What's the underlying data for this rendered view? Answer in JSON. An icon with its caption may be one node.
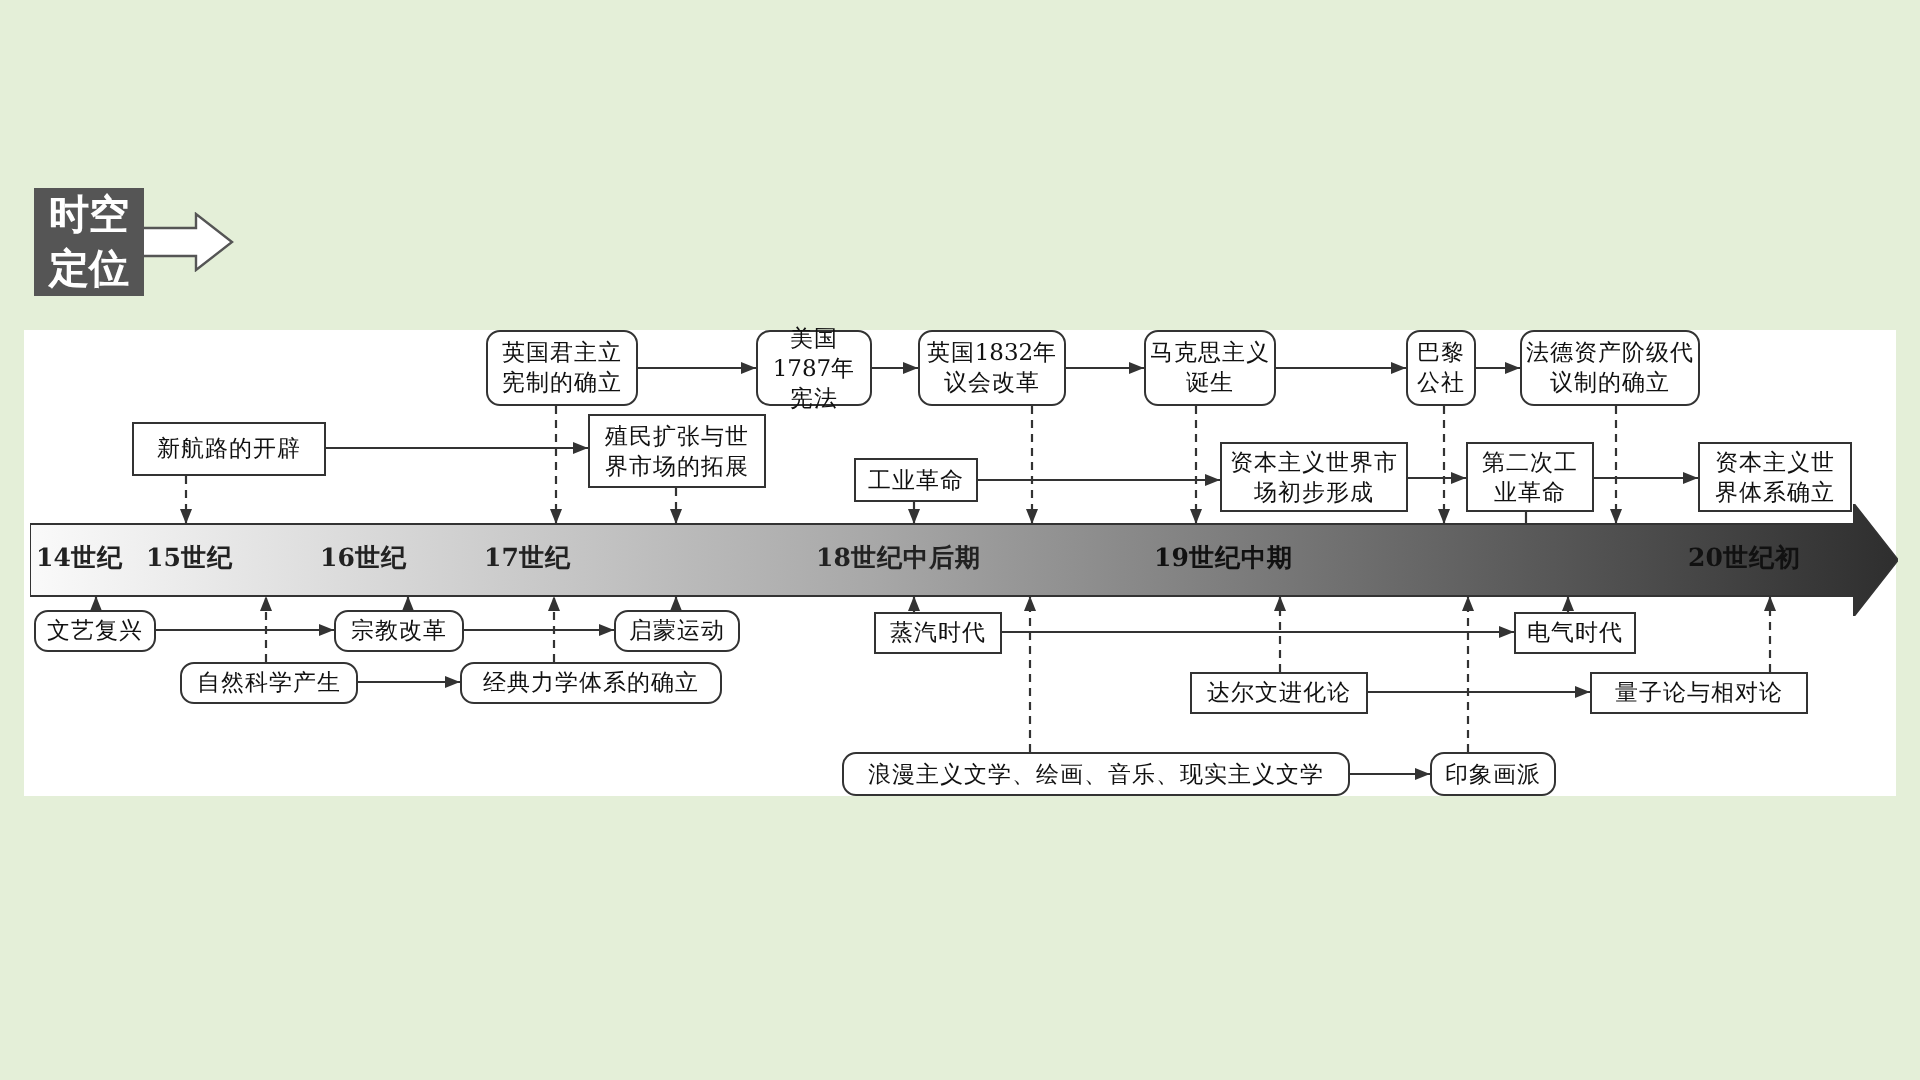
{
  "diagram": {
    "title": "时空定位",
    "nodes": [
      {
        "text": [
          "英国君主立宪制的确立"
        ]
      },
      {
        "text": [
          "美国1787年宪法"
        ]
      },
      {
        "text": [
          "英国1832年议会改革"
        ]
      },
      {
        "text": [
          "马克思主义诞生"
        ]
      },
      {
        "text": [
          "巴黎公社"
        ]
      },
      {
        "text": [
          "法德资产阶级代议制的确立"
        ]
      },
      {
        "text": [
          "新航路的开辟"
        ]
      },
      {
        "text": [
          "殖民扩张与世界市场的拓展"
        ]
      },
      {
        "text": [
          "工业革命"
        ]
      },
      {
        "text": [
          "资本主义世界市场初步形成"
        ]
      },
      {
        "text": [
          "第二次工业革命"
        ]
      },
      {
        "text": [
          "资本主义世界体系确立"
        ]
      },
      {
        "text": [
          "14世纪",
          "15世纪",
          "16世纪",
          "17世纪",
          "18世纪中后期",
          "19世纪中期",
          "20世纪初"
        ]
      },
      {
        "text": [
          "文艺复兴"
        ]
      },
      {
        "text": [
          "宗教改革"
        ]
      },
      {
        "text": [
          "启蒙运动"
        ]
      },
      {
        "text": [
          "蒸汽时代"
        ]
      },
      {
        "text": [
          "电气时代"
        ]
      },
      {
        "text": [
          "自然科学产生"
        ]
      },
      {
        "text": [
          "经典力学体系的确立"
        ]
      },
      {
        "text": [
          "达尔文进化论"
        ]
      },
      {
        "text": [
          "量子论与相对论"
        ]
      },
      {
        "text": [
          "浪漫主义文学、绘画、音乐、现实主义文学"
        ]
      },
      {
        "text": [
          "印象画派"
        ]
      }
    ],
    "edges": [
      {
        "from": 0,
        "to": 1,
        "arrow": "to"
      },
      {
        "from": 1,
        "to": 2,
        "arrow": "to"
      },
      {
        "from": 2,
        "to": 3,
        "arrow": "to"
      },
      {
        "from": 3,
        "to": 4,
        "arrow": "to"
      },
      {
        "from": 4,
        "to": 5,
        "arrow": "to"
      },
      {
        "from": 6,
        "to": 7,
        "arrow": "to"
      },
      {
        "from": 8,
        "to": 9,
        "arrow": "to"
      },
      {
        "from": 9,
        "to": 10,
        "arrow": "to"
      },
      {
        "from": 10,
        "to": 11,
        "arrow": "to"
      },
      {
        "from": 13,
        "to": 14,
        "arrow": "to"
      },
      {
        "from": 14,
        "to": 15,
        "arrow": "to"
      },
      {
        "from": 18,
        "to": 19,
        "arrow": "to"
      },
      {
        "from": 16,
        "to": 17,
        "arrow": "to"
      },
      {
        "from": 20,
        "to": 21,
        "arrow": "to"
      },
      {
        "from": 22,
        "to": 23,
        "arrow": "to"
      },
      {
        "from": 6,
        "to": 12,
        "arrow": "to",
        "style": "dashed"
      },
      {
        "from": 0,
        "to": 12,
        "arrow": "to",
        "style": "dashed"
      },
      {
        "from": 7,
        "to": 12,
        "arrow": "to",
        "style": "dashed"
      },
      {
        "from": 8,
        "to": 12,
        "arrow": "to"
      },
      {
        "from": 2,
        "to": 12,
        "arrow": "to",
        "style": "dashed"
      },
      {
        "from": 3,
        "to": 12,
        "arrow": "to",
        "style": "dashed"
      },
      {
        "from": 4,
        "to": 12,
        "arrow": "to",
        "style": "dashed"
      },
      {
        "from": 10,
        "to": 12,
        "arrow": "none"
      },
      {
        "from": 5,
        "to": 12,
        "arrow": "to",
        "style": "dashed"
      },
      {
        "from": 13,
        "to": 12,
        "arrow": "to"
      },
      {
        "from": 18,
        "to": 12,
        "arrow": "to",
        "style": "dashed"
      },
      {
        "from": 14,
        "to": 12,
        "arrow": "to"
      },
      {
        "from": 19,
        "to": 12,
        "arrow": "to",
        "style": "dashed"
      },
      {
        "from": 15,
        "to": 12,
        "arrow": "to"
      },
      {
        "from": 16,
        "to": 12,
        "arrow": "to"
      },
      {
        "from": 22,
        "to": 12,
        "arrow": "to",
        "style": "dashed"
      },
      {
        "from": 20,
        "to": 12,
        "arrow": "to",
        "style": "dashed"
      },
      {
        "from": 23,
        "to": 12,
        "arrow": "to",
        "style": "dashed"
      },
      {
        "from": 17,
        "to": 12,
        "arrow": "to"
      },
      {
        "from": 21,
        "to": 12,
        "arrow": "to",
        "style": "dashed"
      }
    ]
  }
}
